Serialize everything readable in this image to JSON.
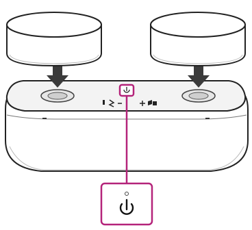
{
  "figure": {
    "description_kind": "instruction-illustration",
    "objects": {
      "left_weight": {
        "icon": "cylinder-weight",
        "role": "placed on left button"
      },
      "right_weight": {
        "icon": "cylinder-weight",
        "role": "placed on right button"
      },
      "speaker": {
        "icon": "speaker-unit"
      },
      "callout": {
        "icon": "power-icon",
        "indicator_icon": "indicator-led-icon"
      }
    },
    "colors": {
      "outline": "#222222",
      "highlight": "#b4237a",
      "arrow": "#3b3b3b",
      "fill": "#ffffff",
      "panel": "#f3f3f3"
    }
  }
}
